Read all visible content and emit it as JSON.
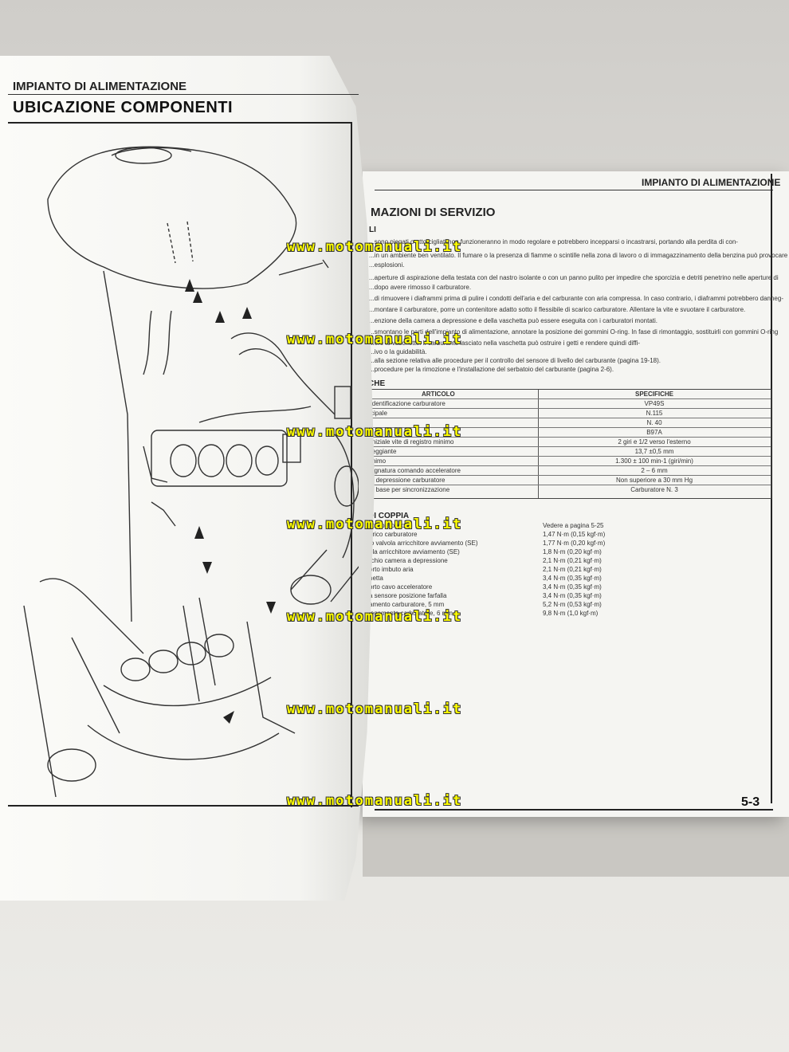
{
  "left_page": {
    "header": "IMPIANTO DI ALIMENTAZIONE",
    "title": "UBICAZIONE COMPONENTI"
  },
  "right_page": {
    "header": "IMPIANTO DI ALIMENTAZIONE",
    "title": "MAZIONI DI SERVIZIO",
    "sub_general": "LI",
    "notes": [
      "...sono piegati o attorcigliati non funzioneranno in modo regolare e potrebbero incepparsi o incastrarsi, portando alla perdita di con-",
      "...in un ambiente ben ventilato. Il fumare o la presenza di fiamme o scintille nella zona di lavoro o di immagazzinamento della benzina può provocare",
      "...esplosioni.",
      "...aperture di aspirazione della testata con del nastro isolante o con un panno pulito per impedire che sporcizia e detriti penetrino nelle aperture di",
      "...dopo avere rimosso il carburatore.",
      "...di rimuovere i diaframmi prima di pulire i condotti dell'aria e del carburante con aria compressa. In caso contrario, i diaframmi potrebbero danneg-",
      "...montare il carburatore, porre un contenitore adatto sotto il flessibile di scarico carburatore. Allentare la vite e svuotare il carburatore.",
      "...enzione della camera a depressione e della vaschetta può essere eseguita con i carburatori montati.",
      "...smontano le parti dell'impianto di alimentazione, annotare la posizione dei gommini O-ring. In fase di rimontaggio, sostituirli con gommini O-ring",
      "...ere le vaschette. Il carburante lasciato nella vaschetta può ostruire i getti e rendere quindi diffi-",
      "...ivo o la guidabilità.",
      "...alla sezione relativa alle procedure per il controllo del sensore di livello del carburante (pagina 19-18).",
      "...procedure per la rimozione e l'installazione del serbatoio del carburante (pagina 2-6)."
    ],
    "sub_specs": "CHE",
    "spec_headers": [
      "ARTICOLO",
      "SPECIFICHE"
    ],
    "spec_rows": [
      [
        "identificazione carburatore",
        "VP49S"
      ],
      [
        "cipale",
        "N.115"
      ],
      [
        "",
        "N. 40"
      ],
      [
        "",
        "B97A"
      ],
      [
        "iniziale vite di registro minimo",
        "2 giri e 1/2 verso l'esterno"
      ],
      [
        "leggiante",
        "13,7 ±0,5 mm"
      ],
      [
        "inimo",
        "1.300 ± 100 min-1 (giri/min)"
      ],
      [
        "ugnatura comando acceleratore",
        "2 – 6 mm"
      ],
      [
        "a depressione carburatore",
        "Non superiore a 30 mm Hg"
      ],
      [
        "e base per sincronizzazione",
        "Carburatore N. 3"
      ]
    ],
    "sub_torque": "DI COPPIA",
    "torque_rows": [
      [
        "stubo isolatore",
        "Vedere a pagina 5-25"
      ],
      [
        "arico carburatore",
        "1,47 N·m (0,15 kgf·m)"
      ],
      [
        "io valvola arricchitore avviamento (SE)",
        "1,77 N·m (0,20 kgf·m)"
      ],
      [
        "ola arricchitore avviamento (SE)",
        "1,8 N·m (0,20 kgf·m)"
      ],
      [
        "rchio camera a depressione",
        "2,1 N·m (0,21 kgf·m)"
      ],
      [
        "orto imbuto aria",
        "2,1 N·m (0,21 kgf·m)"
      ],
      [
        "hetta",
        "3,4 N·m (0,35 kgf·m)"
      ],
      [
        "orto cavo acceleratore",
        "3,4 N·m (0,35 kgf·m)"
      ],
      [
        "a sensore posizione farfalla",
        "3,4 N·m (0,35 kgf·m)"
      ],
      [
        "amento carburatore, 5 mm",
        "5,2 N·m (0,53 kgf·m)"
      ],
      [
        "legamento carburatore, 6 mm",
        "9,8 N·m (1,0 kgf·m)"
      ]
    ],
    "page_number": "5-3"
  },
  "watermark": "www.motomanuali.it",
  "colors": {
    "watermark": "#ffff00",
    "paper": "#f5f5f2",
    "ink": "#222222"
  }
}
